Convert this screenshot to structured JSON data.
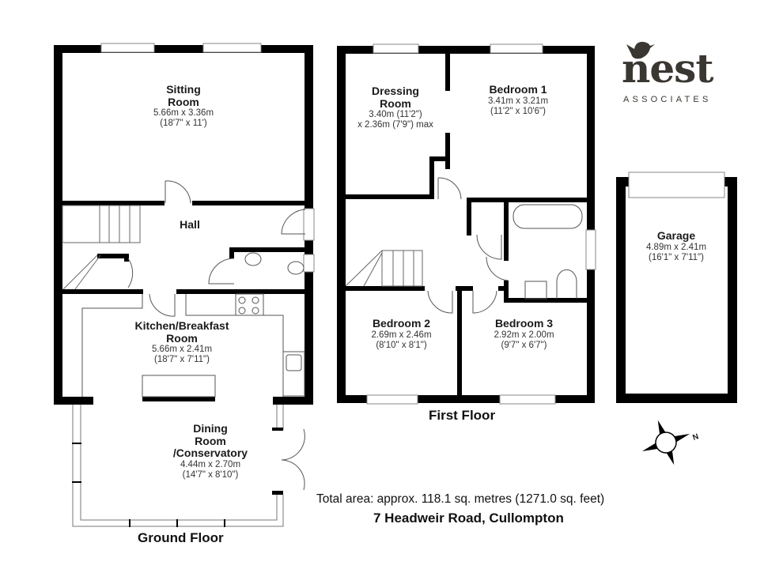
{
  "brand": {
    "name": "nest",
    "subtitle": "ASSOCIATES",
    "color": "#3a3733"
  },
  "floors": [
    {
      "label": "Ground Floor",
      "rooms": [
        {
          "name": "Sitting Room",
          "line1": "Sitting",
          "line2": "Room",
          "metric": "5.66m x 3.36m",
          "imperial": "(18'7\" x 11')"
        },
        {
          "name": "Hall",
          "line1": "Hall"
        },
        {
          "name": "Kitchen/Breakfast Room",
          "line1": "Kitchen/Breakfast",
          "line2": "Room",
          "metric": "5.66m x 2.41m",
          "imperial": "(18'7\" x 7'11\")"
        },
        {
          "name": "Dining Room /Conservatory",
          "line1": "Dining",
          "line2": "Room",
          "line3": "/Conservatory",
          "metric": "4.44m x 2.70m",
          "imperial": "(14'7\" x 8'10\")"
        }
      ]
    },
    {
      "label": "First Floor",
      "rooms": [
        {
          "name": "Dressing Room",
          "line1": "Dressing",
          "line2": "Room",
          "metric": "3.40m (11'2\")",
          "imperial": "x 2.36m (7'9\") max"
        },
        {
          "name": "Bedroom 1",
          "line1": "Bedroom 1",
          "metric": "3.41m x 3.21m",
          "imperial": "(11'2\" x 10'6\")"
        },
        {
          "name": "Bedroom 2",
          "line1": "Bedroom 2",
          "metric": "2.69m x 2.46m",
          "imperial": "(8'10\" x 8'1\")"
        },
        {
          "name": "Bedroom 3",
          "line1": "Bedroom 3",
          "metric": "2.92m x 2.00m",
          "imperial": "(9'7\" x 6'7\")"
        }
      ]
    },
    {
      "label": "",
      "rooms": [
        {
          "name": "Garage",
          "line1": "Garage",
          "metric": "4.89m x 2.41m",
          "imperial": "(16'1\" x 7'11\")"
        }
      ]
    }
  ],
  "compass": {
    "north_label": "N"
  },
  "footer": {
    "total_area": "Total area: approx. 118.1 sq. metres (1271.0 sq. feet)",
    "address": "7 Headweir Road, Cullompton"
  },
  "colors": {
    "wall": "#000000",
    "fixture": "#555555",
    "background": "#ffffff"
  }
}
